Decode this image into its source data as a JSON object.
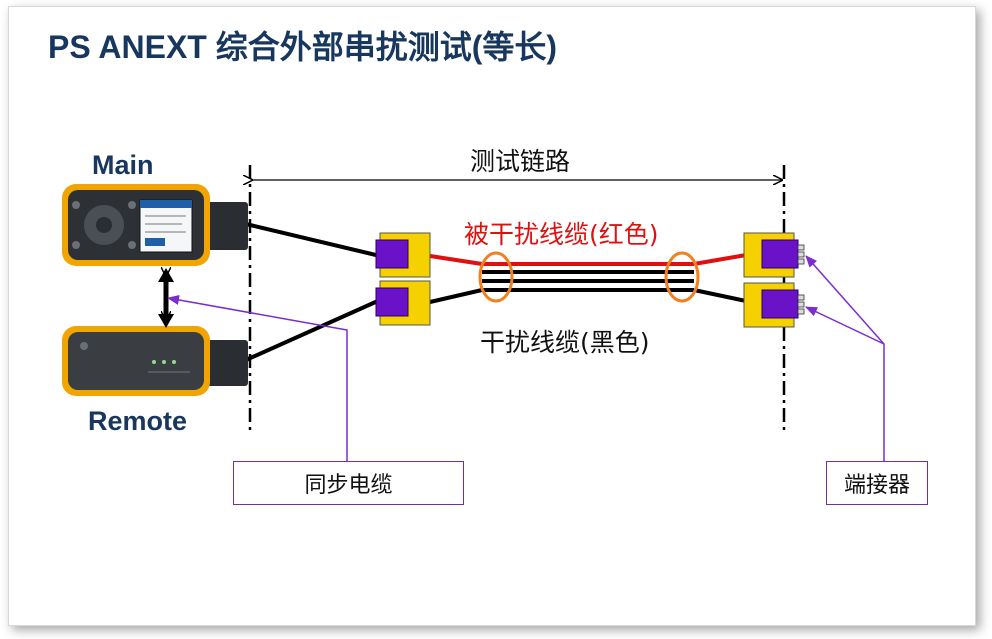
{
  "title": "PS ANEXT 综合外部串扰测试(等长)",
  "labels": {
    "main": "Main",
    "remote": "Remote",
    "test_link": "测试链路",
    "victim_cable": "被干扰线缆(红色)",
    "aggressor_cable": "干扰线缆(黑色)"
  },
  "callouts": {
    "sync_cable": "同步电缆",
    "connector": "端接器"
  },
  "colors": {
    "title": "#17375e",
    "victim": "#e01010",
    "aggressor": "#000000",
    "connector_body": "#f5d100",
    "connector_insert": "#6a12c8",
    "tester_body": "#f0a500",
    "callout_border": "#7030a0",
    "cable_clamp": "#f08020"
  }
}
